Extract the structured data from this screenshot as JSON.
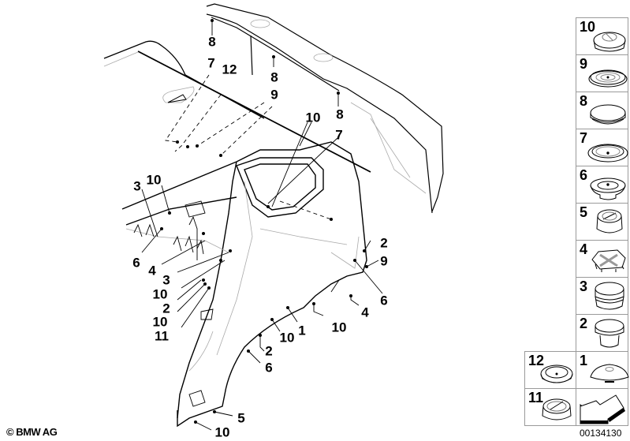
{
  "diagram": {
    "title": "Rear side panel sealing plugs / grommets",
    "callouts": [
      {
        "id": "c8a",
        "label": "8"
      },
      {
        "id": "c7a",
        "label": "7"
      },
      {
        "id": "c12",
        "label": "12"
      },
      {
        "id": "c8b",
        "label": "8"
      },
      {
        "id": "c9a",
        "label": "9"
      },
      {
        "id": "c8c",
        "label": "8"
      },
      {
        "id": "c10a",
        "label": "10"
      },
      {
        "id": "c7b",
        "label": "7"
      },
      {
        "id": "c3a",
        "label": "3"
      },
      {
        "id": "c10b",
        "label": "10"
      },
      {
        "id": "c6a",
        "label": "6"
      },
      {
        "id": "c4a",
        "label": "4"
      },
      {
        "id": "c3b",
        "label": "3"
      },
      {
        "id": "c10c",
        "label": "10"
      },
      {
        "id": "c2a",
        "label": "2"
      },
      {
        "id": "c10d",
        "label": "10"
      },
      {
        "id": "c11",
        "label": "11"
      },
      {
        "id": "c2b",
        "label": "2"
      },
      {
        "id": "c9b",
        "label": "9"
      },
      {
        "id": "c6b",
        "label": "6"
      },
      {
        "id": "c4b",
        "label": "4"
      },
      {
        "id": "c10e",
        "label": "10"
      },
      {
        "id": "c1",
        "label": "1"
      },
      {
        "id": "c10f",
        "label": "10"
      },
      {
        "id": "c2c",
        "label": "2"
      },
      {
        "id": "c6c",
        "label": "6"
      },
      {
        "id": "c5",
        "label": "5"
      },
      {
        "id": "c10g",
        "label": "10"
      }
    ]
  },
  "parts_panel": {
    "items": [
      {
        "number": "10",
        "icon": "oval-grommet-with-slot-icon"
      },
      {
        "number": "9",
        "icon": "ribbed-flat-plug-icon"
      },
      {
        "number": "8",
        "icon": "domed-plug-icon"
      },
      {
        "number": "7",
        "icon": "flanged-flat-plug-icon"
      },
      {
        "number": "6",
        "icon": "stepped-plug-icon"
      },
      {
        "number": "5",
        "icon": "slotted-cap-plug-icon"
      },
      {
        "number": "4",
        "icon": "clip-plug-with-cross-icon"
      },
      {
        "number": "3",
        "icon": "double-cylinder-plug-icon"
      },
      {
        "number": "2",
        "icon": "tapered-plug-icon"
      },
      {
        "number": "12",
        "icon": "oval-ring-grommet-icon"
      },
      {
        "number": "1",
        "icon": "flat-round-plug-icon"
      },
      {
        "number": "11",
        "icon": "oval-grommet-with-bar-icon"
      }
    ],
    "direction_icon": "forward-direction-arrow-icon"
  },
  "footer": {
    "copyright": "© BMW AG",
    "document_number": "00134130"
  }
}
